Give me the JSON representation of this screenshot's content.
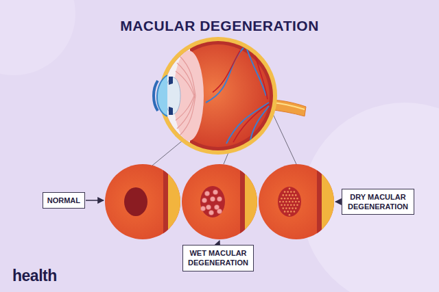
{
  "diagram": {
    "title": "MACULAR DEGENERATION",
    "nodes": [
      {
        "text": [
          "NORMAL"
        ]
      },
      {
        "text": [
          "WET MACULAR DEGENERATION"
        ]
      },
      {
        "text": [
          "DRY MACULAR DEGENERATION"
        ]
      }
    ],
    "labels": [
      "health"
    ]
  }
}
